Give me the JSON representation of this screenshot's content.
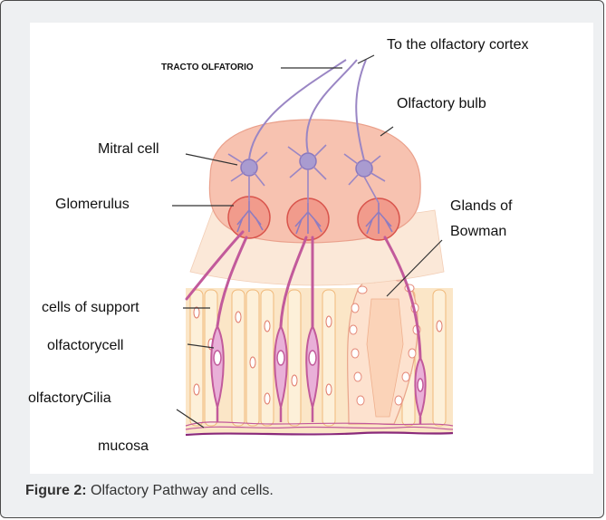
{
  "labels": {
    "cortex": "To the olfactory cortex",
    "tract": "TRACTO OLFATORIO",
    "bulb": "Olfactory bulb",
    "mitral": "Mitral cell",
    "glomerulus": "Glomerulus",
    "glands_line1": "Glands of",
    "glands_line2": "Bowman",
    "support": "cells of support",
    "olfactory_cell": "olfactorycell",
    "cilia": "olfactoryCilia",
    "mucosa": "mucosa"
  },
  "caption": {
    "prefix": "Figure 2:",
    "text": " Olfactory Pathway and cells."
  },
  "colors": {
    "bulb_fill": "#f7c2b0",
    "glomerulus_fill": "#f19b8c",
    "neuron": "#9a86c4",
    "axon": "#c25a9b",
    "epithelium": "#f8ddb0",
    "mucosa": "#8a2a7a"
  }
}
